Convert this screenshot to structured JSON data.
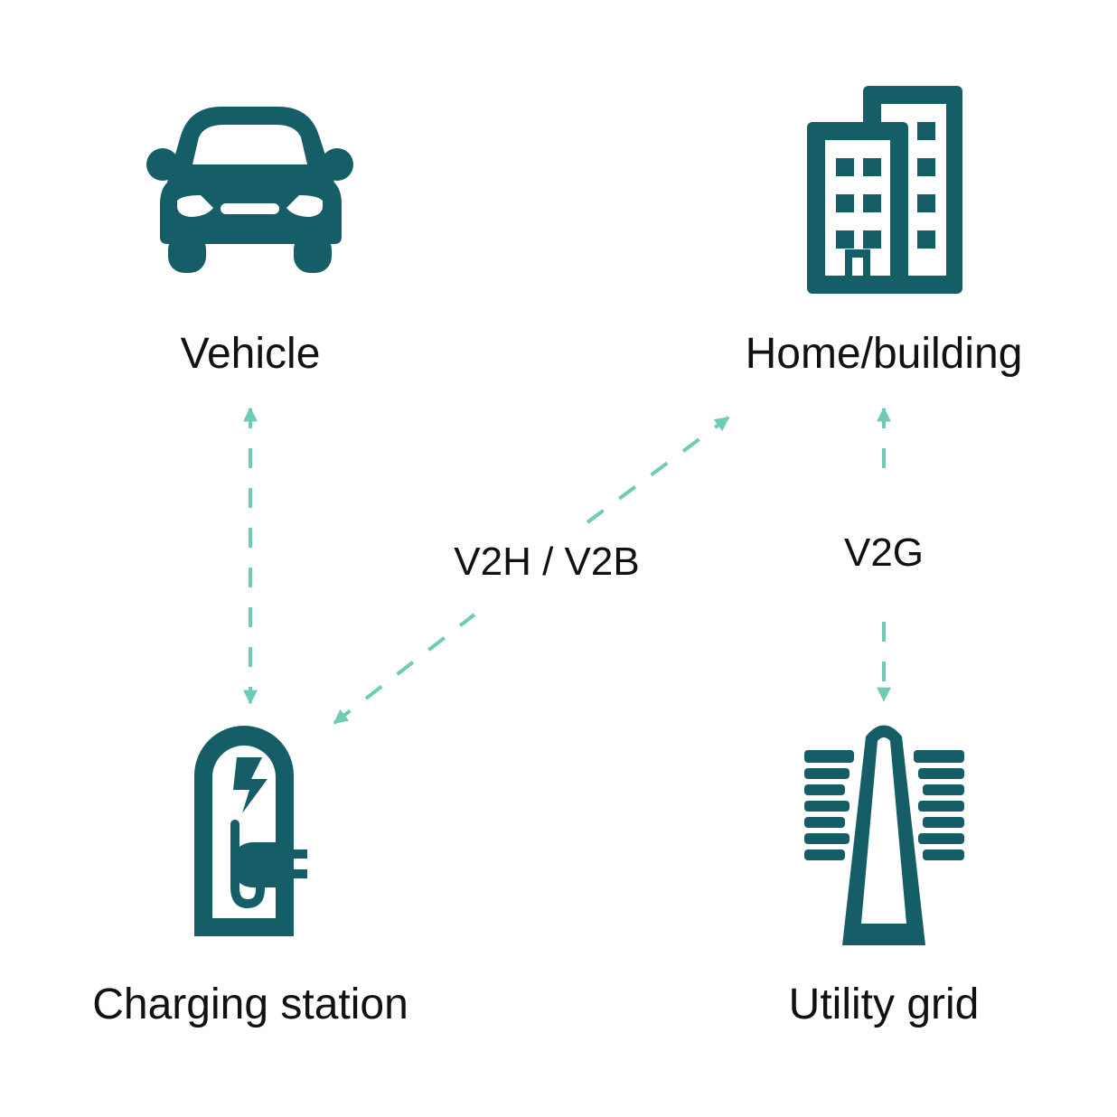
{
  "colors": {
    "icon": "#165e67",
    "arrow": "#6ecbb5",
    "text": "#111111",
    "background": "#ffffff"
  },
  "nodes": {
    "vehicle": {
      "label": "Vehicle",
      "icon": "car-icon"
    },
    "home_building": {
      "label": "Home/building",
      "icon": "building-icon"
    },
    "charging_station": {
      "label": "Charging station",
      "icon": "charging-station-icon"
    },
    "utility_grid": {
      "label": "Utility grid",
      "icon": "power-tower-icon"
    }
  },
  "links": {
    "v2h_v2b": {
      "label": "V2H / V2B",
      "style": "dashed",
      "direction": "bidirectional"
    },
    "v2g": {
      "label": "V2G",
      "style": "dashed",
      "direction": "bidirectional"
    },
    "vehicle_charging": {
      "style": "dashed",
      "direction": "bidirectional"
    }
  }
}
